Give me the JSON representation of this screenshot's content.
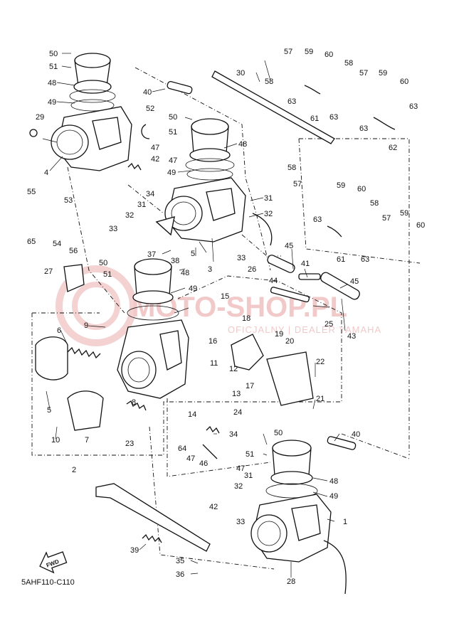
{
  "diagram_code": "5AHF110-C110",
  "fwd_label": "FWD",
  "watermark": {
    "main": "MOTO-SHOP.PL",
    "sub": "OFICJALNY | DEALER YAMAHA"
  },
  "callouts": [
    {
      "id": "c50a",
      "text": "50"
    },
    {
      "id": "c51a",
      "text": "51"
    },
    {
      "id": "c48a",
      "text": "48"
    },
    {
      "id": "c49a",
      "text": "49"
    },
    {
      "id": "c29",
      "text": "29"
    },
    {
      "id": "c4",
      "text": "4"
    },
    {
      "id": "c53",
      "text": "53"
    },
    {
      "id": "c55",
      "text": "55"
    },
    {
      "id": "c65",
      "text": "65"
    },
    {
      "id": "c54",
      "text": "54"
    },
    {
      "id": "c56",
      "text": "56"
    },
    {
      "id": "c27",
      "text": "27"
    },
    {
      "id": "c40a",
      "text": "40"
    },
    {
      "id": "c52",
      "text": "52"
    },
    {
      "id": "c50b",
      "text": "50"
    },
    {
      "id": "c51b",
      "text": "51"
    },
    {
      "id": "c47a",
      "text": "47"
    },
    {
      "id": "c42a",
      "text": "42"
    },
    {
      "id": "c47b",
      "text": "47"
    },
    {
      "id": "c48b",
      "text": "48"
    },
    {
      "id": "c49b",
      "text": "49"
    },
    {
      "id": "c34a",
      "text": "34"
    },
    {
      "id": "c31a",
      "text": "31"
    },
    {
      "id": "c32a",
      "text": "32"
    },
    {
      "id": "c33a",
      "text": "33"
    },
    {
      "id": "c30",
      "text": "30"
    },
    {
      "id": "c58a",
      "text": "58"
    },
    {
      "id": "c57a",
      "text": "57"
    },
    {
      "id": "c59a",
      "text": "59"
    },
    {
      "id": "c60a",
      "text": "60"
    },
    {
      "id": "c58b",
      "text": "58"
    },
    {
      "id": "c57b",
      "text": "57"
    },
    {
      "id": "c59b",
      "text": "59"
    },
    {
      "id": "c60b",
      "text": "60"
    },
    {
      "id": "c63a",
      "text": "63"
    },
    {
      "id": "c61a",
      "text": "61"
    },
    {
      "id": "c63b",
      "text": "63"
    },
    {
      "id": "c63c",
      "text": "63"
    },
    {
      "id": "c62",
      "text": "62"
    },
    {
      "id": "c63d",
      "text": "63"
    },
    {
      "id": "c58c",
      "text": "58"
    },
    {
      "id": "c57c",
      "text": "57"
    },
    {
      "id": "c59c",
      "text": "59"
    },
    {
      "id": "c60c",
      "text": "60"
    },
    {
      "id": "c58d",
      "text": "58"
    },
    {
      "id": "c57d",
      "text": "57"
    },
    {
      "id": "c59d",
      "text": "59"
    },
    {
      "id": "c60d",
      "text": "60"
    },
    {
      "id": "c63e",
      "text": "63"
    },
    {
      "id": "c61b",
      "text": "61"
    },
    {
      "id": "c63f",
      "text": "63"
    },
    {
      "id": "c31b",
      "text": "31"
    },
    {
      "id": "c32b",
      "text": "32"
    },
    {
      "id": "c5a",
      "text": "5"
    },
    {
      "id": "c3",
      "text": "3"
    },
    {
      "id": "c33b",
      "text": "33"
    },
    {
      "id": "c37",
      "text": "37"
    },
    {
      "id": "c38",
      "text": "38"
    },
    {
      "id": "c50c",
      "text": "50"
    },
    {
      "id": "c51c",
      "text": "51"
    },
    {
      "id": "c48c",
      "text": "48"
    },
    {
      "id": "c49c",
      "text": "49"
    },
    {
      "id": "c45a",
      "text": "45"
    },
    {
      "id": "c26",
      "text": "26"
    },
    {
      "id": "c41",
      "text": "41"
    },
    {
      "id": "c44",
      "text": "44"
    },
    {
      "id": "c45b",
      "text": "45"
    },
    {
      "id": "c25",
      "text": "25"
    },
    {
      "id": "c43",
      "text": "43"
    },
    {
      "id": "c15",
      "text": "15"
    },
    {
      "id": "c18",
      "text": "18"
    },
    {
      "id": "c16",
      "text": "16"
    },
    {
      "id": "c19",
      "text": "19"
    },
    {
      "id": "c20",
      "text": "20"
    },
    {
      "id": "c9",
      "text": "9"
    },
    {
      "id": "c6",
      "text": "6"
    },
    {
      "id": "c22",
      "text": "22"
    },
    {
      "id": "c11",
      "text": "11"
    },
    {
      "id": "c12",
      "text": "12"
    },
    {
      "id": "c17",
      "text": "17"
    },
    {
      "id": "c13",
      "text": "13"
    },
    {
      "id": "c21",
      "text": "21"
    },
    {
      "id": "c8",
      "text": "8"
    },
    {
      "id": "c14",
      "text": "14"
    },
    {
      "id": "c24",
      "text": "24"
    },
    {
      "id": "c5b",
      "text": "5"
    },
    {
      "id": "c10",
      "text": "10"
    },
    {
      "id": "c7",
      "text": "7"
    },
    {
      "id": "c23",
      "text": "23"
    },
    {
      "id": "c2",
      "text": "2"
    },
    {
      "id": "c50d",
      "text": "50"
    },
    {
      "id": "c40b",
      "text": "40"
    },
    {
      "id": "c34b",
      "text": "34"
    },
    {
      "id": "c51d",
      "text": "51"
    },
    {
      "id": "c64",
      "text": "64"
    },
    {
      "id": "c47c",
      "text": "47"
    },
    {
      "id": "c46",
      "text": "46"
    },
    {
      "id": "c47d",
      "text": "47"
    },
    {
      "id": "c31c",
      "text": "31"
    },
    {
      "id": "c48d",
      "text": "48"
    },
    {
      "id": "c32c",
      "text": "32"
    },
    {
      "id": "c49d",
      "text": "49"
    },
    {
      "id": "c42b",
      "text": "42"
    },
    {
      "id": "c33c",
      "text": "33"
    },
    {
      "id": "c1",
      "text": "1"
    },
    {
      "id": "c39",
      "text": "39"
    },
    {
      "id": "c35",
      "text": "35"
    },
    {
      "id": "c36",
      "text": "36"
    },
    {
      "id": "c28",
      "text": "28"
    }
  ]
}
